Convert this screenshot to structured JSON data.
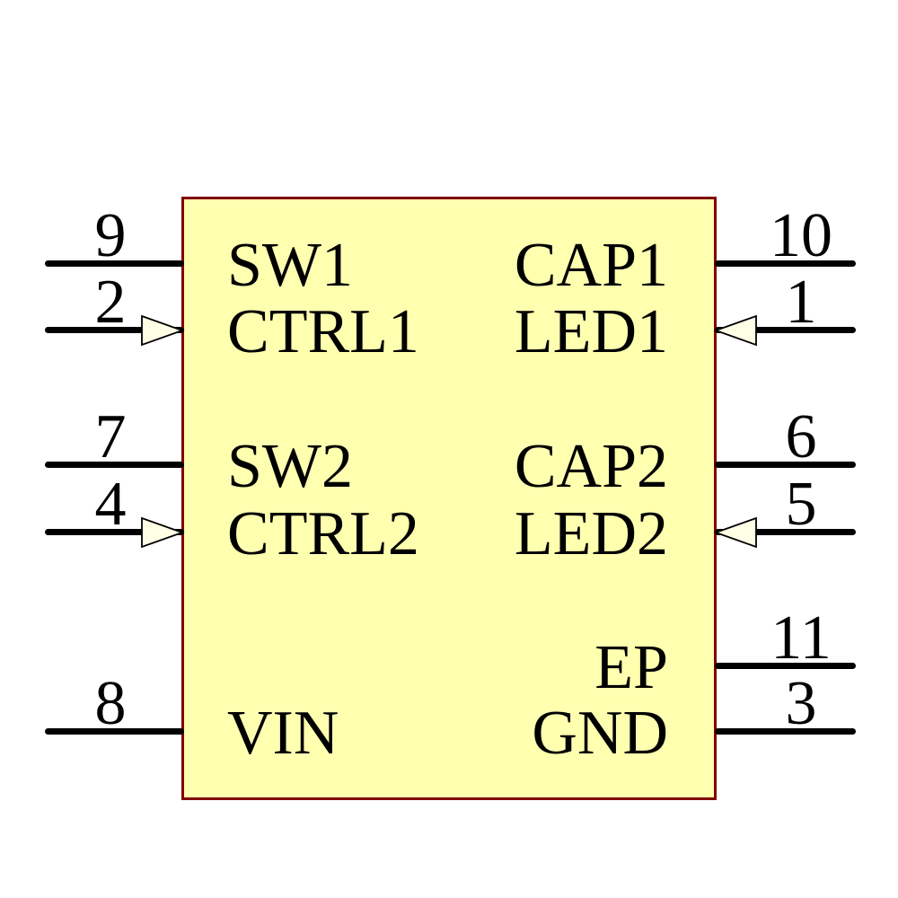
{
  "component": {
    "kind": "schematic-symbol",
    "colors": {
      "body_fill": "#FFFFB0",
      "body_border": "#7F0000",
      "pin_line": "#000000",
      "arrow_fill": "#FFFFE6",
      "text": "#000000"
    },
    "pins": {
      "left": [
        {
          "number": "9",
          "name": "SW1",
          "arrow": false
        },
        {
          "number": "2",
          "name": "CTRL1",
          "arrow": true
        },
        {
          "number": "7",
          "name": "SW2",
          "arrow": false
        },
        {
          "number": "4",
          "name": "CTRL2",
          "arrow": true
        },
        {
          "number": "8",
          "name": "VIN",
          "arrow": false
        }
      ],
      "right": [
        {
          "number": "10",
          "name": "CAP1",
          "arrow": false
        },
        {
          "number": "1",
          "name": "LED1",
          "arrow": true
        },
        {
          "number": "6",
          "name": "CAP2",
          "arrow": false
        },
        {
          "number": "5",
          "name": "LED2",
          "arrow": true
        },
        {
          "number": "11",
          "name": "EP",
          "arrow": false
        },
        {
          "number": "3",
          "name": "GND",
          "arrow": false
        }
      ]
    }
  }
}
